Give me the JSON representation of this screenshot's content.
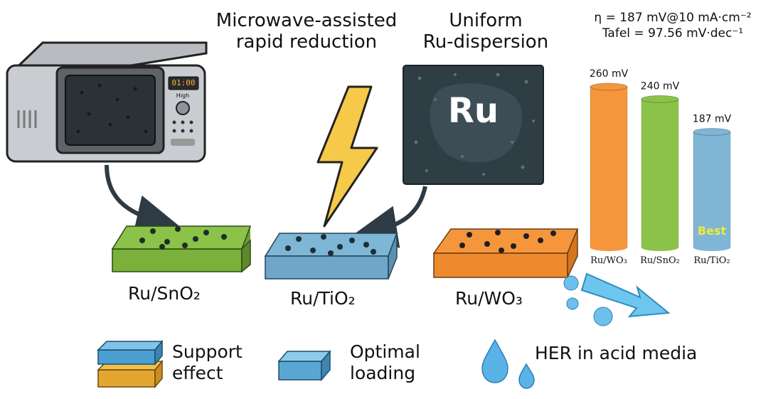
{
  "steps": {
    "microwave_caption": [
      "Microwave-assisted",
      "rapid reduction"
    ],
    "dispersion_caption": [
      "Uniform",
      "Ru-dispersion"
    ]
  },
  "microwave": {
    "display": "01:00",
    "knob_label": "High"
  },
  "ru_tile": {
    "text": "Ru"
  },
  "metrics": {
    "overpotential": "η = 187 mV@10 mA·cm⁻²",
    "tafel": "Tafel = 97.56 mV·dec⁻¹"
  },
  "catalysts": [
    {
      "label": "Ru/SnO₂",
      "color": "#8bc34a"
    },
    {
      "label": "Ru/TiO₂",
      "color": "#7eb6d6"
    },
    {
      "label": "Ru/WO₃",
      "color": "#f5963c"
    }
  ],
  "chart_data": {
    "type": "bar",
    "categories": [
      "Ru/WO₃",
      "Ru/SnO₂",
      "Ru/TiO₂"
    ],
    "values": [
      260,
      240,
      187
    ],
    "value_labels": [
      "260 mV",
      "240 mV",
      "187 mV"
    ],
    "colors": [
      "#f5963c",
      "#8bc34a",
      "#7fb6d6"
    ],
    "annotation": "Best",
    "title": "",
    "xlabel": "",
    "ylabel": ""
  },
  "legend": {
    "support": [
      "Support",
      "effect"
    ],
    "loading": [
      "Optimal",
      "loading"
    ],
    "her": "HER in acid media"
  },
  "colors": {
    "sno2": "#8bc34a",
    "tio2": "#7eb6d6",
    "wo3": "#f5963c",
    "bolt": "#f7c948",
    "ru_tile": "#2f3d45",
    "water": "#5ab3e6",
    "annotation": "#f2ea3a"
  }
}
